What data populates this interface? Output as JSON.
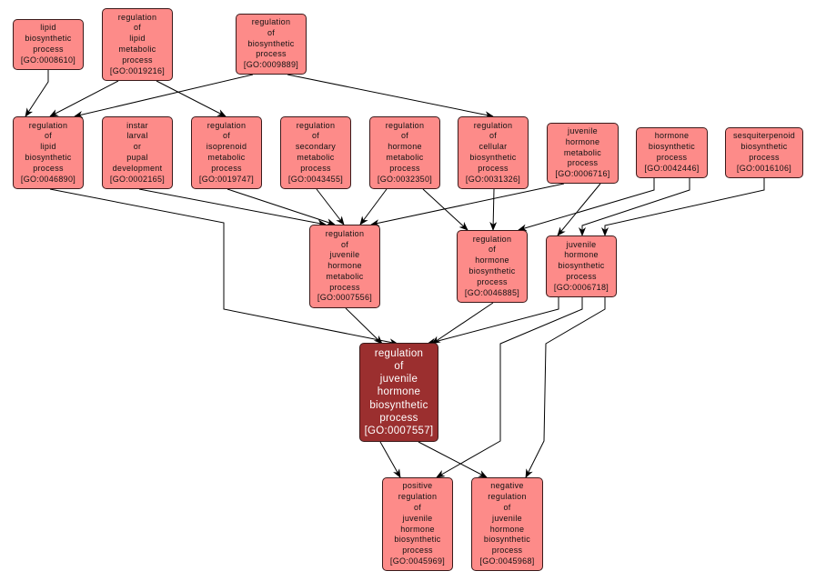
{
  "colors": {
    "node_fill": "#fd8b89",
    "main_fill": "#9b2f2f",
    "edge": "#000000"
  },
  "nodes": [
    {
      "id": "n1",
      "lines": [
        "lipid",
        "biosynthetic",
        "process"
      ],
      "go": "[GO:0008610]"
    },
    {
      "id": "n2",
      "lines": [
        "regulation",
        "of",
        "lipid",
        "metabolic",
        "process"
      ],
      "go": "[GO:0019216]"
    },
    {
      "id": "n3",
      "lines": [
        "regulation",
        "of",
        "biosynthetic",
        "process"
      ],
      "go": "[GO:0009889]"
    },
    {
      "id": "n4",
      "lines": [
        "regulation",
        "of",
        "lipid",
        "biosynthetic",
        "process"
      ],
      "go": "[GO:0046890]"
    },
    {
      "id": "n5",
      "lines": [
        "instar",
        "larval",
        "or",
        "pupal",
        "development"
      ],
      "go": "[GO:0002165]"
    },
    {
      "id": "n6",
      "lines": [
        "regulation",
        "of",
        "isoprenoid",
        "metabolic",
        "process"
      ],
      "go": "[GO:0019747]"
    },
    {
      "id": "n7",
      "lines": [
        "regulation",
        "of",
        "secondary",
        "metabolic",
        "process"
      ],
      "go": "[GO:0043455]"
    },
    {
      "id": "n8",
      "lines": [
        "regulation",
        "of",
        "hormone",
        "metabolic",
        "process"
      ],
      "go": "[GO:0032350]"
    },
    {
      "id": "n9",
      "lines": [
        "regulation",
        "of",
        "cellular",
        "biosynthetic",
        "process"
      ],
      "go": "[GO:0031326]"
    },
    {
      "id": "n10",
      "lines": [
        "juvenile",
        "hormone",
        "metabolic",
        "process"
      ],
      "go": "[GO:0006716]"
    },
    {
      "id": "n11",
      "lines": [
        "hormone",
        "biosynthetic",
        "process"
      ],
      "go": "[GO:0042446]"
    },
    {
      "id": "n12",
      "lines": [
        "sesquiterpenoid",
        "biosynthetic",
        "process"
      ],
      "go": "[GO:0016106]"
    },
    {
      "id": "n13",
      "lines": [
        "regulation",
        "of",
        "juvenile",
        "hormone",
        "metabolic",
        "process"
      ],
      "go": "[GO:0007556]"
    },
    {
      "id": "n14",
      "lines": [
        "regulation",
        "of",
        "hormone",
        "biosynthetic",
        "process"
      ],
      "go": "[GO:0046885]"
    },
    {
      "id": "n15",
      "lines": [
        "juvenile",
        "hormone",
        "biosynthetic",
        "process"
      ],
      "go": "[GO:0006718]"
    },
    {
      "id": "n16",
      "lines": [
        "regulation",
        "of",
        "juvenile",
        "hormone",
        "biosynthetic",
        "process"
      ],
      "go": "[GO:0007557]",
      "highlight": true
    },
    {
      "id": "n17",
      "lines": [
        "positive",
        "regulation",
        "of",
        "juvenile",
        "hormone",
        "biosynthetic",
        "process"
      ],
      "go": "[GO:0045969]"
    },
    {
      "id": "n18",
      "lines": [
        "negative",
        "regulation",
        "of",
        "juvenile",
        "hormone",
        "biosynthetic",
        "process"
      ],
      "go": "[GO:0045968]"
    }
  ],
  "edges": [
    [
      "n1",
      "n4"
    ],
    [
      "n2",
      "n4"
    ],
    [
      "n2",
      "n6"
    ],
    [
      "n3",
      "n4"
    ],
    [
      "n3",
      "n9"
    ],
    [
      "n4",
      "n16"
    ],
    [
      "n5",
      "n13"
    ],
    [
      "n6",
      "n13"
    ],
    [
      "n7",
      "n13"
    ],
    [
      "n8",
      "n13"
    ],
    [
      "n8",
      "n14"
    ],
    [
      "n9",
      "n14"
    ],
    [
      "n10",
      "n13"
    ],
    [
      "n10",
      "n15"
    ],
    [
      "n11",
      "n14"
    ],
    [
      "n11",
      "n15"
    ],
    [
      "n12",
      "n15"
    ],
    [
      "n13",
      "n16"
    ],
    [
      "n14",
      "n16"
    ],
    [
      "n15",
      "n16"
    ],
    [
      "n15",
      "n17"
    ],
    [
      "n15",
      "n18"
    ],
    [
      "n16",
      "n17"
    ],
    [
      "n16",
      "n18"
    ]
  ]
}
